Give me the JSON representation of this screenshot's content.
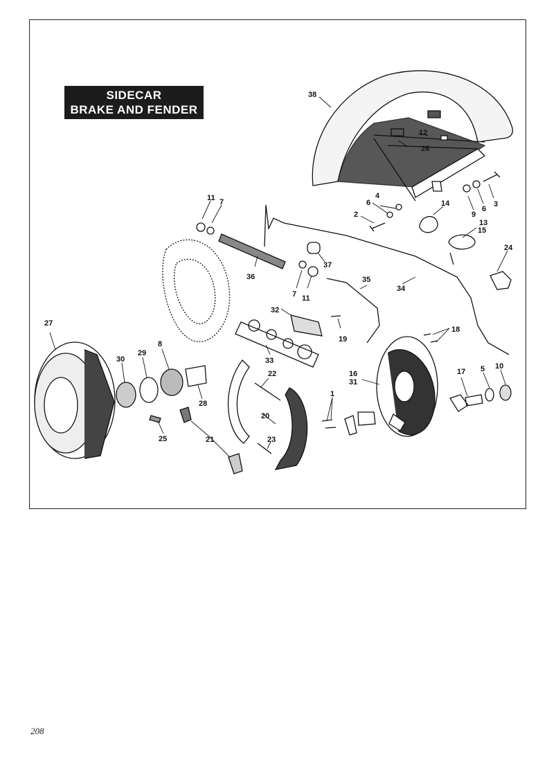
{
  "title": {
    "line1": "SIDECAR",
    "line2": "BRAKE AND FENDER"
  },
  "page_number": "208",
  "callouts": [
    {
      "id": "c1",
      "label": "1"
    },
    {
      "id": "c2",
      "label": "2"
    },
    {
      "id": "c3",
      "label": "3"
    },
    {
      "id": "c4",
      "label": "4"
    },
    {
      "id": "c5",
      "label": "5"
    },
    {
      "id": "c6a",
      "label": "6"
    },
    {
      "id": "c6b",
      "label": "6"
    },
    {
      "id": "c7a",
      "label": "7"
    },
    {
      "id": "c7b",
      "label": "7"
    },
    {
      "id": "c8",
      "label": "8"
    },
    {
      "id": "c9",
      "label": "9"
    },
    {
      "id": "c10",
      "label": "10"
    },
    {
      "id": "c11a",
      "label": "11"
    },
    {
      "id": "c11b",
      "label": "11"
    },
    {
      "id": "c12",
      "label": "12"
    },
    {
      "id": "c13",
      "label": "13"
    },
    {
      "id": "c14",
      "label": "14"
    },
    {
      "id": "c15",
      "label": "15"
    },
    {
      "id": "c16",
      "label": "16"
    },
    {
      "id": "c17",
      "label": "17"
    },
    {
      "id": "c18",
      "label": "18"
    },
    {
      "id": "c19",
      "label": "19"
    },
    {
      "id": "c20",
      "label": "20"
    },
    {
      "id": "c21",
      "label": "21"
    },
    {
      "id": "c22",
      "label": "22"
    },
    {
      "id": "c23",
      "label": "23"
    },
    {
      "id": "c24",
      "label": "24"
    },
    {
      "id": "c25",
      "label": "25"
    },
    {
      "id": "c26",
      "label": "26"
    },
    {
      "id": "c27",
      "label": "27"
    },
    {
      "id": "c28",
      "label": "28"
    },
    {
      "id": "c29",
      "label": "29"
    },
    {
      "id": "c30",
      "label": "30"
    },
    {
      "id": "c31",
      "label": "31"
    },
    {
      "id": "c32",
      "label": "32"
    },
    {
      "id": "c33",
      "label": "33"
    },
    {
      "id": "c34",
      "label": "34"
    },
    {
      "id": "c35",
      "label": "35"
    },
    {
      "id": "c36",
      "label": "36"
    },
    {
      "id": "c37",
      "label": "37"
    },
    {
      "id": "c38",
      "label": "38"
    }
  ]
}
